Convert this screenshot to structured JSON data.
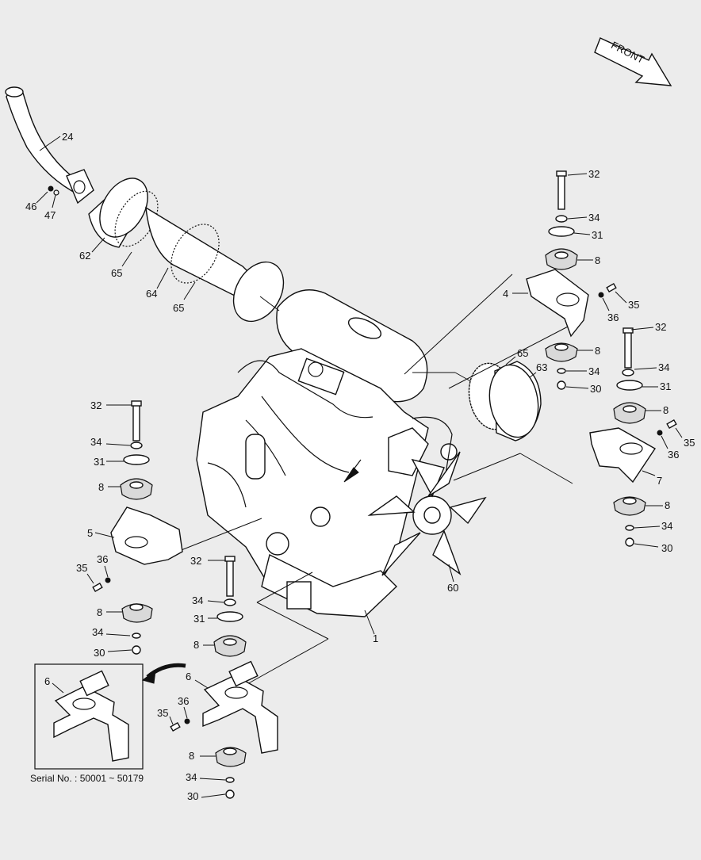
{
  "front_arrow": {
    "label": "FRONT"
  },
  "inset": {
    "serial_label": "Serial No. : 50001 ~ 50179",
    "part_label": "6"
  },
  "callouts": {
    "c24": "24",
    "c46": "46",
    "c47": "47",
    "c62": "62",
    "c65a": "65",
    "c64": "64",
    "c65b": "65",
    "c32a": "32",
    "c34a": "34",
    "c31a": "31",
    "c8a": "8",
    "c4": "4",
    "c35a": "35",
    "c36a": "36",
    "c8b": "8",
    "c34b": "34",
    "c30a": "30",
    "c65c": "65",
    "c63": "63",
    "c32b": "32",
    "c34c": "34",
    "c31b": "31",
    "c8c": "8",
    "c35b": "35",
    "c36b": "36",
    "c7": "7",
    "c8d": "8",
    "c34d": "34",
    "c30b": "30",
    "c32c": "32",
    "c34e": "34",
    "c31c": "31",
    "c8e": "8",
    "c5": "5",
    "c35c": "35",
    "c36c": "36",
    "c8f": "8",
    "c34f": "34",
    "c30c": "30",
    "c32d": "32",
    "c34g": "34",
    "c31d": "31",
    "c8g": "8",
    "c6": "6",
    "c36d": "36",
    "c35d": "35",
    "c8h": "8",
    "c34h": "34",
    "c30d": "30",
    "c60": "60",
    "c1": "1"
  }
}
